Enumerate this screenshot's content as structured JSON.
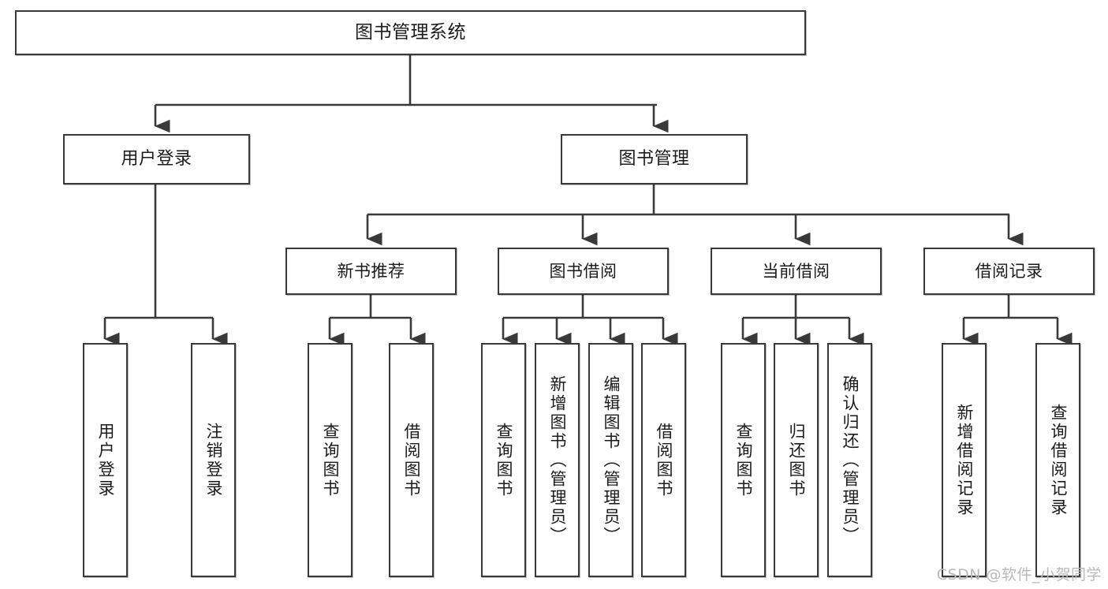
{
  "diagram": {
    "title": "图书管理系统",
    "type": "tree",
    "theme": {
      "background": "#ffffff",
      "box_fill": "#ffffff",
      "box_stroke": "#393939",
      "text_color": "#1b1b1b",
      "watermark_color": "#b9b9b9"
    },
    "watermark": "CSDN @软件_小贺同学",
    "nodes": {
      "root": {
        "label": "图书管理系统"
      },
      "level2": [
        {
          "id": "user-login",
          "label": "用户登录"
        },
        {
          "id": "book-manage",
          "label": "图书管理"
        }
      ],
      "level3": [
        {
          "id": "new-book-recommend",
          "label": "新书推荐"
        },
        {
          "id": "book-borrow",
          "label": "图书借阅"
        },
        {
          "id": "current-borrow",
          "label": "当前借阅"
        },
        {
          "id": "borrow-record",
          "label": "借阅记录"
        }
      ],
      "leaves": {
        "user-login": [
          {
            "id": "leaf-user-login",
            "label": "用户登录"
          },
          {
            "id": "leaf-logout",
            "label": "注销登录"
          }
        ],
        "new-book-recommend": [
          {
            "id": "leaf-query-book-1",
            "label": "查询图书"
          },
          {
            "id": "leaf-borrow-book-1",
            "label": "借阅图书"
          }
        ],
        "book-borrow": [
          {
            "id": "leaf-query-book-2",
            "label": "查询图书"
          },
          {
            "id": "leaf-add-book",
            "label": "新增图书（管理员）"
          },
          {
            "id": "leaf-edit-book",
            "label": "编辑图书（管理员）"
          },
          {
            "id": "leaf-borrow-book-2",
            "label": "借阅图书"
          }
        ],
        "current-borrow": [
          {
            "id": "leaf-query-book-3",
            "label": "查询图书"
          },
          {
            "id": "leaf-return-book",
            "label": "归还图书"
          },
          {
            "id": "leaf-confirm-return",
            "label": "确认归还（管理员）"
          }
        ],
        "borrow-record": [
          {
            "id": "leaf-add-record",
            "label": "新增借阅记录"
          },
          {
            "id": "leaf-query-record",
            "label": "查询借阅记录"
          }
        ]
      }
    }
  }
}
